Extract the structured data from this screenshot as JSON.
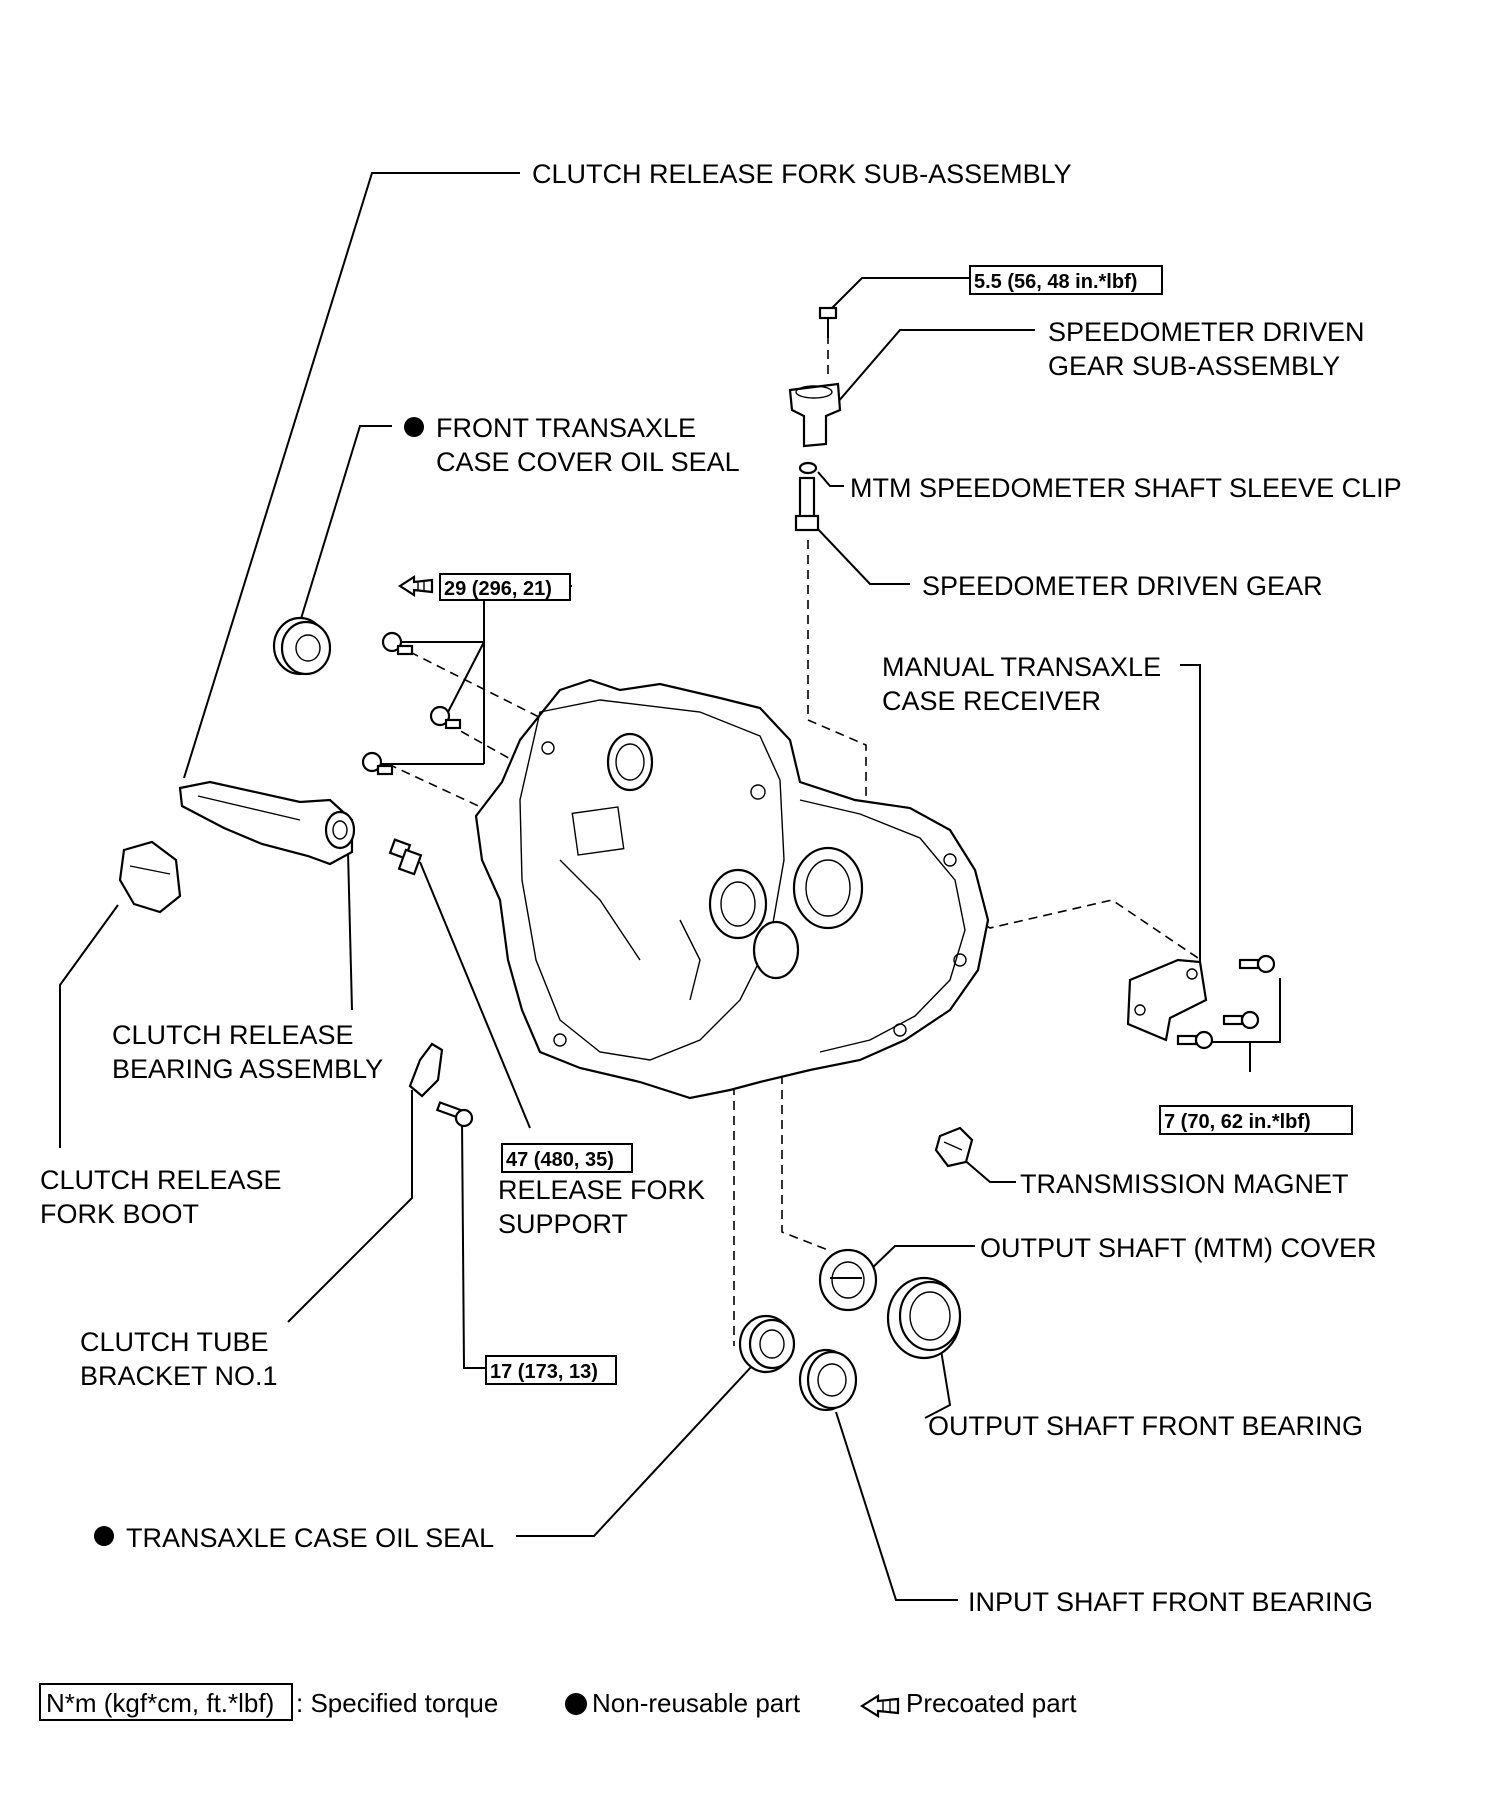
{
  "labels": {
    "clutch_release_fork": "CLUTCH RELEASE FORK SUB-ASSEMBLY",
    "speedometer_driven_gear_sub_1": "SPEEDOMETER DRIVEN",
    "speedometer_driven_gear_sub_2": "GEAR SUB-ASSEMBLY",
    "front_oil_seal_1": "FRONT TRANSAXLE",
    "front_oil_seal_2": "CASE COVER OIL SEAL",
    "mtm_clip": "MTM SPEEDOMETER SHAFT SLEEVE CLIP",
    "speedometer_driven_gear": "SPEEDOMETER DRIVEN GEAR",
    "case_receiver_1": "MANUAL TRANSAXLE",
    "case_receiver_2": "CASE RECEIVER",
    "release_bearing_1": "CLUTCH RELEASE",
    "release_bearing_2": "BEARING ASSEMBLY",
    "fork_boot_1": "CLUTCH RELEASE",
    "fork_boot_2": "FORK BOOT",
    "release_fork_support_1": "RELEASE FORK",
    "release_fork_support_2": "SUPPORT",
    "transmission_magnet": "TRANSMISSION MAGNET",
    "output_shaft_cover": "OUTPUT SHAFT (MTM) COVER",
    "tube_bracket_1": "CLUTCH TUBE",
    "tube_bracket_2": "BRACKET NO.1",
    "output_front_bearing": "OUTPUT SHAFT FRONT BEARING",
    "transaxle_oil_seal": "TRANSAXLE CASE OIL SEAL",
    "input_front_bearing": "INPUT SHAFT FRONT BEARING"
  },
  "torques": {
    "speedometer_bolt": "5.5 (56, 48 in.*lbf)",
    "case_bolts": "29 (296, 21)",
    "receiver_bolts": "7 (70, 62 in.*lbf)",
    "fork_support": "47 (480, 35)",
    "tube_bracket_bolt": "17 (173, 13)"
  },
  "legend": {
    "torque_unit": "N*m (kgf*cm, ft.*lbf)",
    "torque_text": ": Specified torque",
    "nonreusable_text": "Non-reusable part",
    "precoated_text": "Precoated part"
  }
}
